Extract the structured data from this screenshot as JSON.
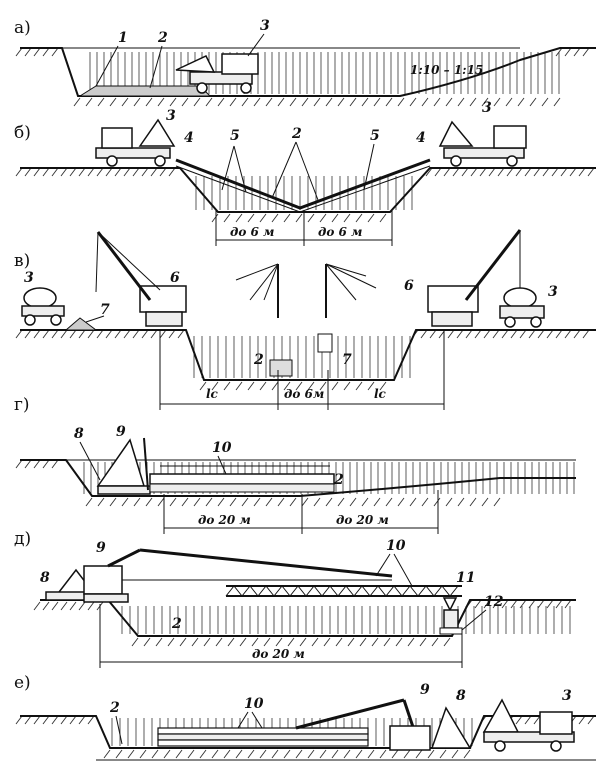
{
  "panels": {
    "a": {
      "label": "а)",
      "callouts": [
        "1",
        "2",
        "3"
      ],
      "slope": "1:10 – 1:15"
    },
    "b": {
      "label": "б)",
      "callouts": [
        "3",
        "4",
        "5",
        "2",
        "5",
        "4",
        "3"
      ],
      "dims": [
        "до 6 м",
        "до 6 м"
      ]
    },
    "v": {
      "label": "в)",
      "callouts": [
        "3",
        "7",
        "6",
        "2",
        "7",
        "6",
        "3"
      ],
      "dims": [
        "lс",
        "до 6м",
        "lс"
      ]
    },
    "g": {
      "label": "г)",
      "callouts": [
        "8",
        "9",
        "10",
        "2"
      ],
      "dims": [
        "до 20 м",
        "до 20 м"
      ]
    },
    "d": {
      "label": "д)",
      "callouts": [
        "8",
        "9",
        "10",
        "11",
        "12",
        "2"
      ],
      "dims": [
        "до 20 м"
      ]
    },
    "e": {
      "label": "е)",
      "callouts": [
        "2",
        "10",
        "9",
        "8",
        "3"
      ]
    }
  }
}
